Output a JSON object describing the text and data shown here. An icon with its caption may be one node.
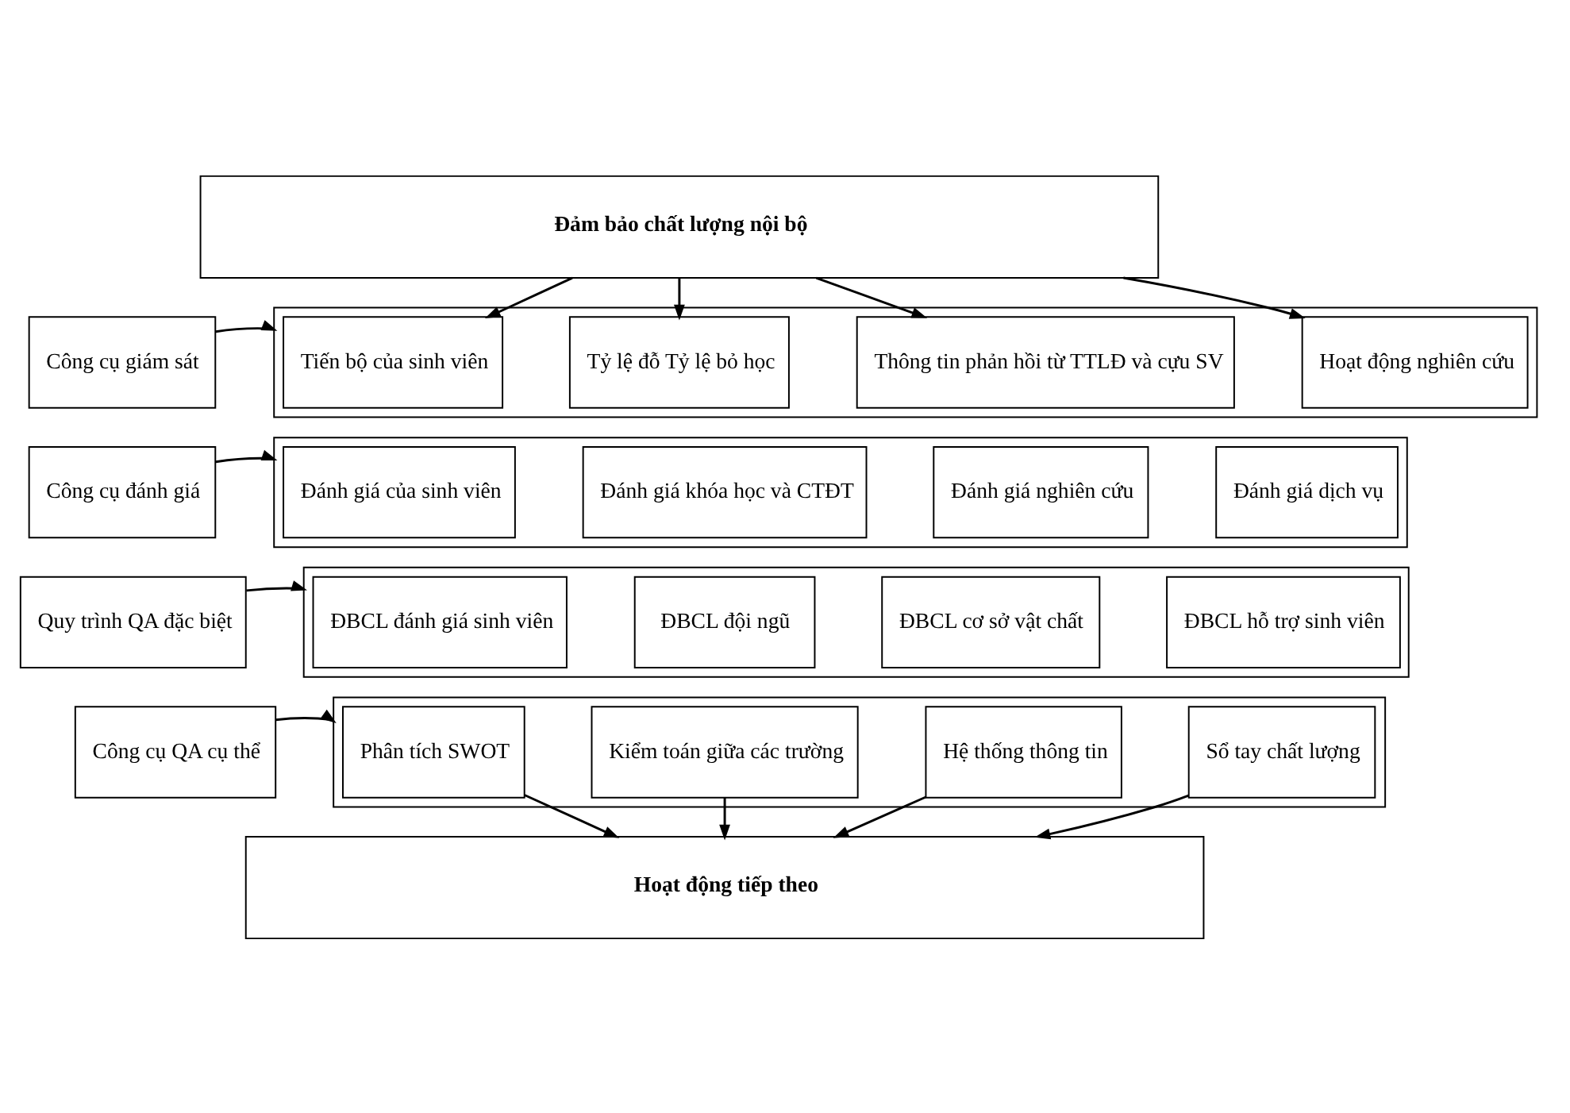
{
  "diagram": {
    "nodes": [
      {
        "text": [
          "Đảm bảo chất lượng nội bộ"
        ]
      },
      {
        "text": [
          "Công cụ giám sát"
        ]
      },
      {
        "text": [],
        "shape": "box"
      },
      {
        "text": [
          "Tiến bộ của sinh viên"
        ],
        "in": 2
      },
      {
        "text": [
          "Tỷ lệ đỗ Tỷ lệ bỏ học"
        ],
        "in": 2
      },
      {
        "text": [
          "Thông tin phản hồi từ TTLĐ và cựu SV"
        ],
        "in": 2
      },
      {
        "text": [
          "Hoạt động nghiên cứu"
        ],
        "in": 2
      },
      {
        "text": [
          "Công cụ đánh giá"
        ]
      },
      {
        "text": [],
        "shape": "box"
      },
      {
        "text": [
          "Đánh giá của sinh viên"
        ],
        "in": 8
      },
      {
        "text": [
          "Đánh giá khóa học và CTĐT"
        ],
        "in": 8
      },
      {
        "text": [
          "Đánh giá nghiên cứu"
        ],
        "in": 8
      },
      {
        "text": [
          "Đánh giá dịch vụ"
        ],
        "in": 8
      },
      {
        "text": [
          "Quy trình QA đặc biệt"
        ]
      },
      {
        "text": [],
        "shape": "box"
      },
      {
        "text": [
          "ĐBCL đánh giá sinh viên"
        ],
        "in": 14
      },
      {
        "text": [
          "ĐBCL đội ngũ"
        ],
        "in": 14
      },
      {
        "text": [
          "ĐBCL cơ sở vật chất"
        ],
        "in": 14
      },
      {
        "text": [
          "ĐBCL hỗ trợ sinh viên"
        ],
        "in": 14
      },
      {
        "text": [
          "Công cụ QA cụ thể"
        ]
      },
      {
        "text": [],
        "shape": "box"
      },
      {
        "text": [
          "Phân tích SWOT"
        ],
        "in": 20
      },
      {
        "text": [
          "Kiểm toán giữa các trường"
        ],
        "in": 20
      },
      {
        "text": [
          "Hệ thống thông tin"
        ],
        "in": 20
      },
      {
        "text": [
          "Sổ tay chất lượng"
        ],
        "in": 20
      },
      {
        "text": [
          "Hoạt động tiếp theo"
        ]
      }
    ],
    "edges": [
      {
        "from": 0,
        "to": 3,
        "arrow": "to"
      },
      {
        "from": 0,
        "to": 4,
        "arrow": "to"
      },
      {
        "from": 0,
        "to": 5,
        "arrow": "to"
      },
      {
        "from": 0,
        "to": 6,
        "arrow": "to"
      },
      {
        "from": 1,
        "to": 2,
        "arrow": "to"
      },
      {
        "from": 7,
        "to": 8,
        "arrow": "to"
      },
      {
        "from": 13,
        "to": 14,
        "arrow": "to"
      },
      {
        "from": 19,
        "to": 20,
        "arrow": "to"
      },
      {
        "from": 21,
        "to": 25,
        "arrow": "to"
      },
      {
        "from": 22,
        "to": 25,
        "arrow": "to"
      },
      {
        "from": 23,
        "to": 25,
        "arrow": "to"
      },
      {
        "from": 24,
        "to": 25,
        "arrow": "to"
      }
    ]
  }
}
